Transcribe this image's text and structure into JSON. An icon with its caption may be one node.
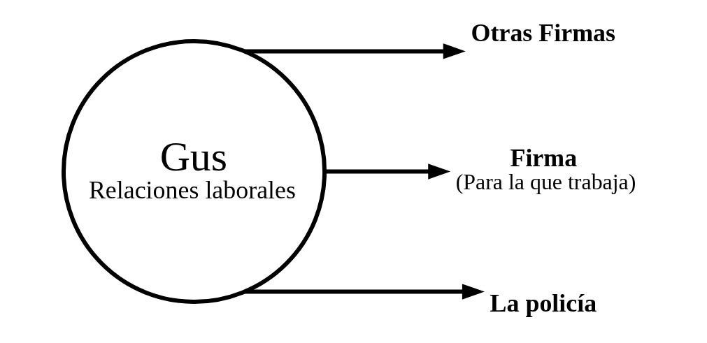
{
  "diagram": {
    "nodes": [
      {
        "text": [
          "Otras Firmas"
        ]
      },
      {
        "text": [
          "Firma",
          "(Para la que trabaja)"
        ]
      },
      {
        "text": [
          "Gus",
          "Relaciones laborales"
        ]
      },
      {
        "text": [
          "La policía"
        ]
      }
    ],
    "edges": [
      {
        "from": 2,
        "to": 1,
        "arrow": "to"
      },
      {
        "from": 2,
        "to": 0,
        "arrow": "to"
      },
      {
        "from": 2,
        "to": 3,
        "arrow": "to"
      }
    ]
  }
}
